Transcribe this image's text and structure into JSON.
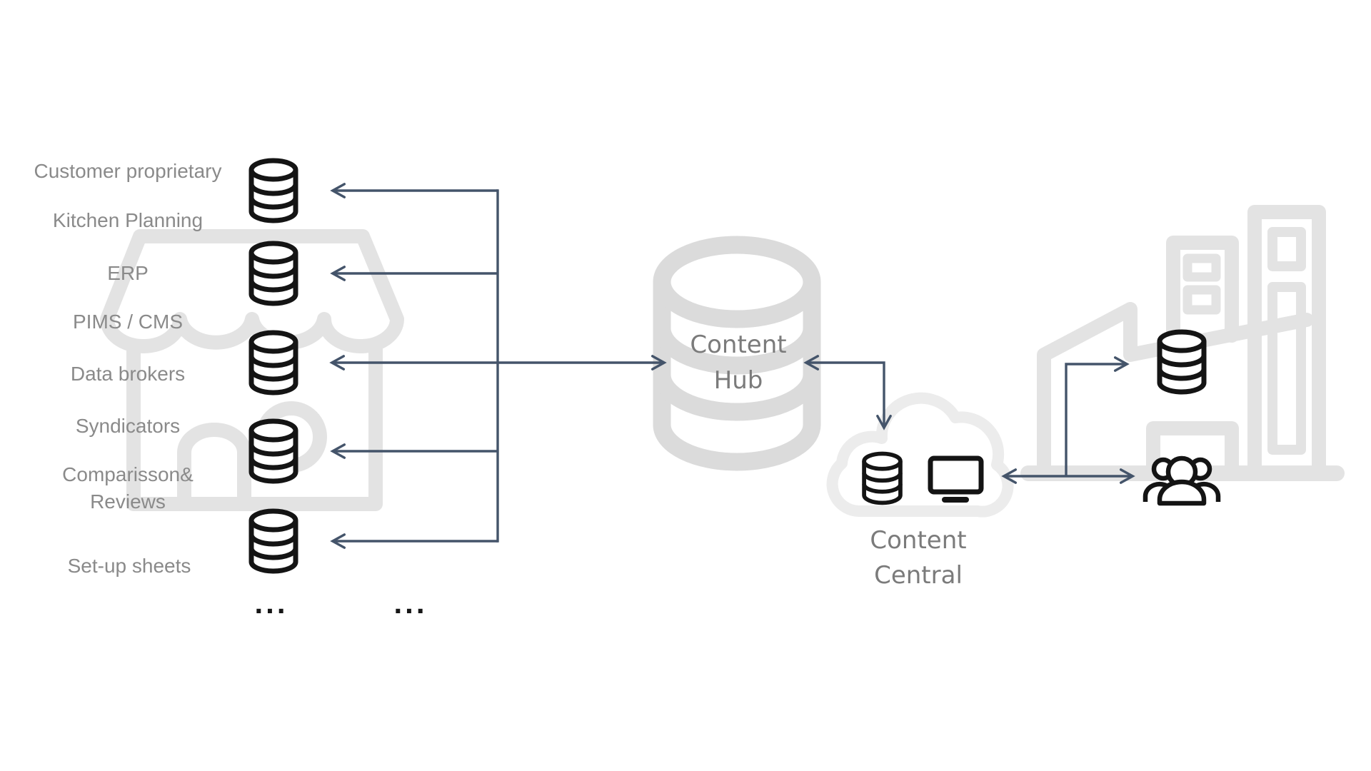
{
  "diagram": {
    "sources": {
      "labels": [
        "Customer proprietary",
        "Kitchen Planning",
        "ERP",
        "PIMS / CMS",
        "Data brokers",
        "Syndicators",
        "Comparisson&\nReviews",
        "Set-up sheets"
      ],
      "ellipses": [
        "...",
        "..."
      ]
    },
    "hub": {
      "label": "Content\nHub"
    },
    "central": {
      "label": "Content\nCentral"
    },
    "icons": {
      "source_storage": "database-icon",
      "hub_storage": "database-cylinder-icon",
      "central_group": [
        "cloud-icon",
        "database-icon",
        "monitor-icon"
      ],
      "consumer_group": [
        "database-icon",
        "users-icon"
      ],
      "watermarks": [
        "storefront-icon",
        "factory-icon"
      ]
    },
    "colors": {
      "arrow": "#44546A",
      "source_label_text": "#8A8A8A",
      "hub_label_text": "#7B7B7B",
      "watermark_gray": "#E3E3E3",
      "cloud_gray": "#ECECEC",
      "hub_cylinder_gray": "#DBDBDB",
      "icon_black": "#141414"
    }
  }
}
